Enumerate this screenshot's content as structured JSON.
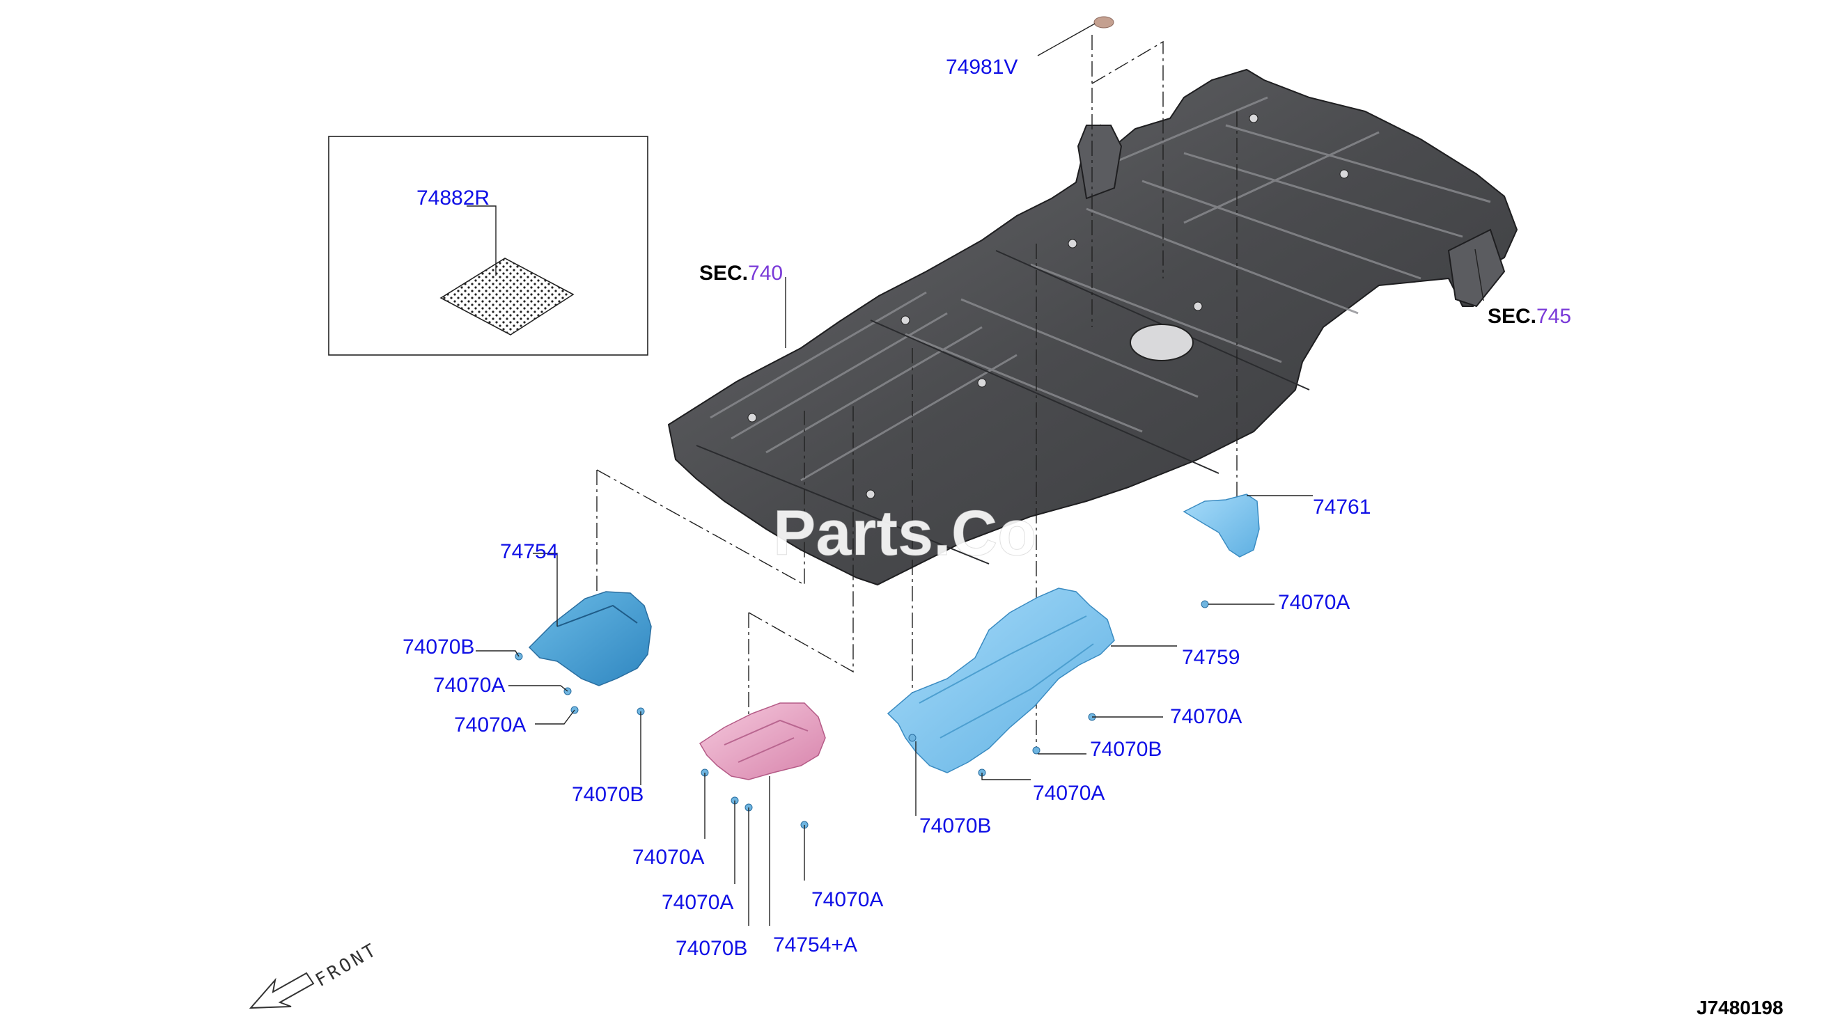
{
  "diagram_id": "J7480198",
  "front_label": "FRONT",
  "watermark": "Parts.Co",
  "sections": [
    {
      "prefix": "SEC.",
      "number": "740"
    },
    {
      "prefix": "SEC.",
      "number": "745"
    }
  ],
  "callouts": [
    "74981V",
    "74882R",
    "74754",
    "74761",
    "74070B",
    "74070A",
    "74070A",
    "74070B",
    "74070A",
    "74070A",
    "74070B",
    "74754+A",
    "74070A",
    "74759",
    "74070A",
    "74070B",
    "74070A",
    "74070B",
    "74070A"
  ],
  "colors": {
    "label": "#1010e6",
    "section_number": "#7a3ad8",
    "floor_panel": "#4a4b4e",
    "insulator_blue": "#7cc3ee",
    "insulator_pink": "#e9a6c6",
    "pad": "#c4a090"
  }
}
